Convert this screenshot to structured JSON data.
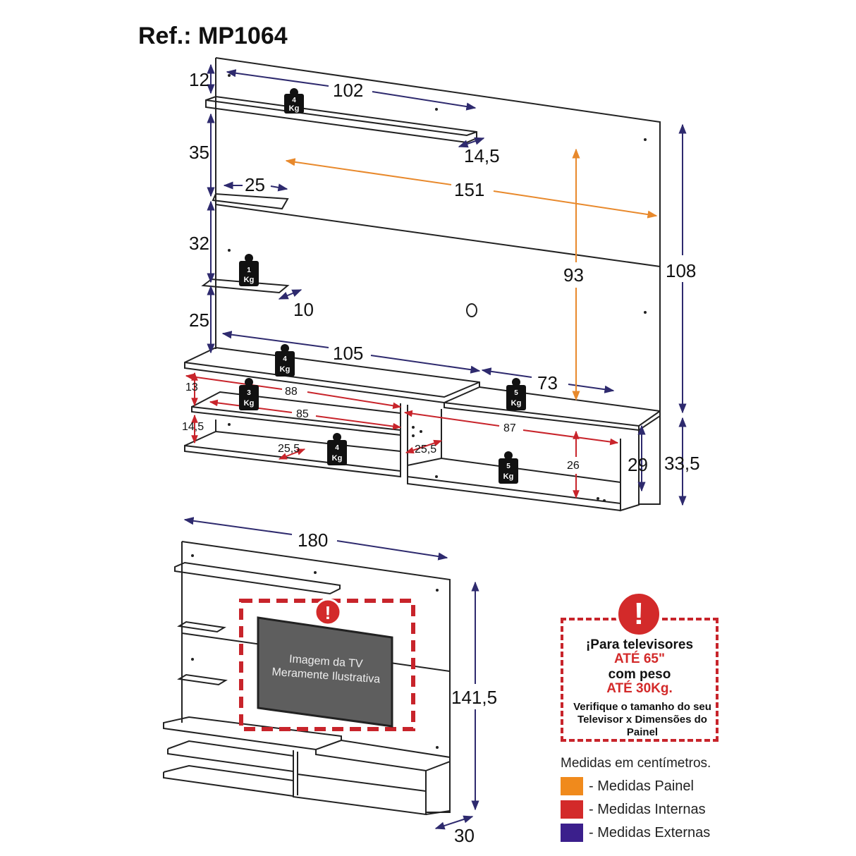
{
  "reference": "Ref.: MP1064",
  "dimensions": {
    "top_shelf_height": "12",
    "top_shelf_width": "102",
    "top_shelf_depth": "14,5",
    "spacing_1": "35",
    "small_shelf_width": "25",
    "panel_width_inner": "151",
    "spacing_2": "32",
    "panel_height_inner": "93",
    "total_height_upper": "108",
    "small_shelf_depth": "10",
    "spacing_3": "25",
    "rack_top_width": "105",
    "rack_right_width": "73",
    "rack_left_height": "13",
    "rack_inner_width_1": "88",
    "rack_inner_width_2": "85",
    "rack_left_low_height": "14,5",
    "rack_inner_width_3": "87",
    "rack_inner_depth_left": "25,5",
    "rack_inner_depth_mid": "25,5",
    "rack_inner_height_right": "26",
    "rack_height": "29",
    "rack_total_height": "33,5",
    "total_width": "180",
    "total_height": "141,5",
    "total_depth": "30"
  },
  "weights": [
    {
      "num": "4",
      "unit": "Kg"
    },
    {
      "num": "1",
      "unit": "Kg"
    },
    {
      "num": "4",
      "unit": "Kg"
    },
    {
      "num": "3",
      "unit": "Kg"
    },
    {
      "num": "5",
      "unit": "Kg"
    },
    {
      "num": "4",
      "unit": "Kg"
    },
    {
      "num": "5",
      "unit": "Kg"
    }
  ],
  "tv_placeholder": {
    "line1": "Imagem da TV",
    "line2": "Meramente Ilustrativa"
  },
  "warning": {
    "icon": "!",
    "line1": "¡Para televisores",
    "line2": "ATÉ 65\"",
    "line3": "com peso",
    "line4": "ATÉ 30Kg.",
    "line5": "Verifique o tamanho do seu Televisor x Dimensões do Painel"
  },
  "legend": {
    "title": "Medidas em centímetros.",
    "items": [
      {
        "label": "- Medidas Painel",
        "color": "#f08a1c"
      },
      {
        "label": "- Medidas Internas",
        "color": "#d32a2a"
      },
      {
        "label": "- Medidas Externas",
        "color": "#3b1f8c"
      }
    ]
  },
  "colors": {
    "panel": "#e8892c",
    "internal": "#c8242b",
    "external": "#2e2a6e"
  }
}
